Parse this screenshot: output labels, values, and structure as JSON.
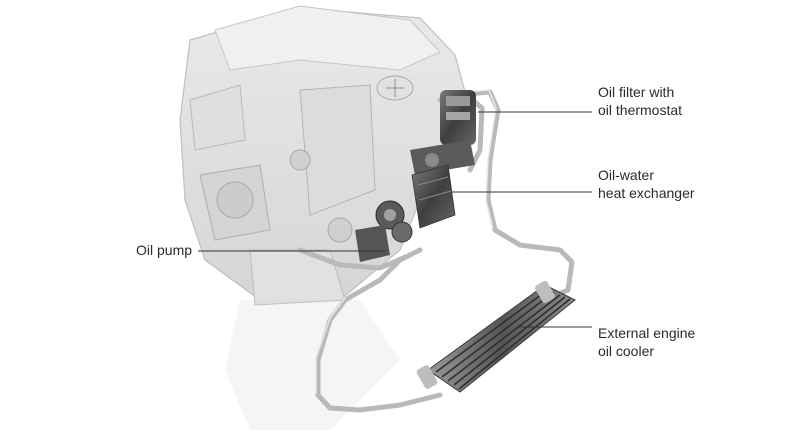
{
  "diagram": {
    "labels": {
      "oil_filter": {
        "line1": "Oil filter with",
        "line2": "oil thermostat"
      },
      "heat_exchanger": {
        "line1": "Oil-water",
        "line2": "heat exchanger"
      },
      "oil_pump": {
        "line1": "Oil pump"
      },
      "oil_cooler": {
        "line1": "External engine",
        "line2": "oil cooler"
      }
    },
    "colors": {
      "engine_ghost": "#d9d9d9",
      "engine_dark": "#8a8a8a",
      "pipe": "#b9b9b9",
      "component_dark": "#4a4a4a",
      "leader_line": "#333333",
      "text": "#2a2a2a"
    }
  }
}
